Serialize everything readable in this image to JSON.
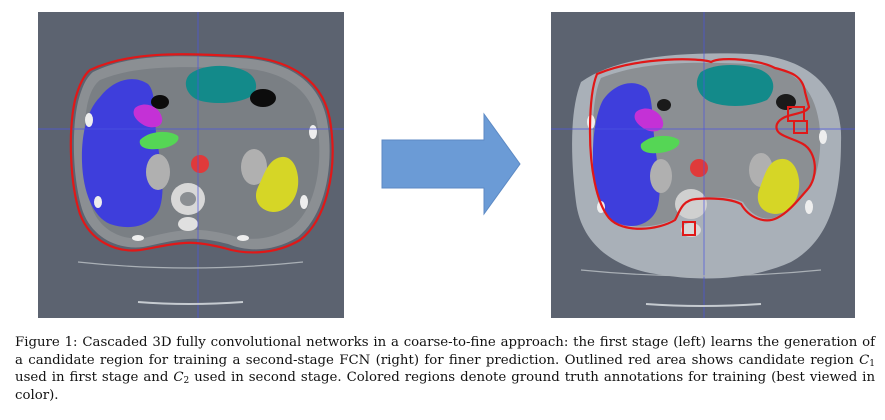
{
  "figure": {
    "colors": {
      "background": "#5c6370",
      "body": "#8a8e92",
      "liver": "#3e3edc",
      "stomach": "#138a8a",
      "spleen": "#d6d626",
      "pancreas": "#55d655",
      "gallbladder": "#c431d6",
      "aorta": "#e03a3a",
      "candidate_outline": "#e01818",
      "arrow": "#6b9bd6"
    },
    "panels": [
      "first-stage-left",
      "second-stage-right"
    ]
  },
  "caption": {
    "label": "Figure 1:",
    "part1": " Cascaded 3D fully convolutional networks in a coarse-to-fine approach: the first stage (left) learns the generation of a candidate region for training a second-stage FCN (right) for finer prediction. Outlined red area shows candidate region ",
    "c1_letter": "C",
    "c1_sub": "1",
    "part2": " used in first stage and ",
    "c2_letter": "C",
    "c2_sub": "2",
    "part3": " used in second stage. Colored regions denote ground truth annotations for training (best viewed in color)."
  }
}
